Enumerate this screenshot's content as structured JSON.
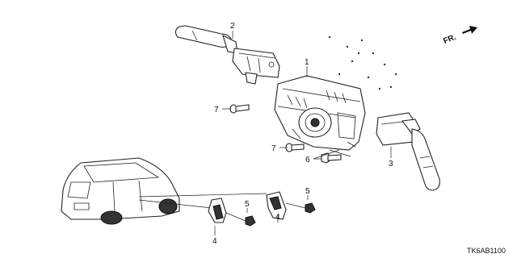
{
  "diagram": {
    "direction_label": "FR.",
    "diagram_code": "TK6AB1100",
    "callouts": [
      {
        "id": "1",
        "label": "1"
      },
      {
        "id": "2",
        "label": "2"
      },
      {
        "id": "3",
        "label": "3"
      },
      {
        "id": "4a",
        "label": "4"
      },
      {
        "id": "4b",
        "label": "4"
      },
      {
        "id": "5a",
        "label": "5"
      },
      {
        "id": "5b",
        "label": "5"
      },
      {
        "id": "6",
        "label": "6"
      },
      {
        "id": "7a",
        "label": "7"
      },
      {
        "id": "7b",
        "label": "7"
      }
    ]
  }
}
